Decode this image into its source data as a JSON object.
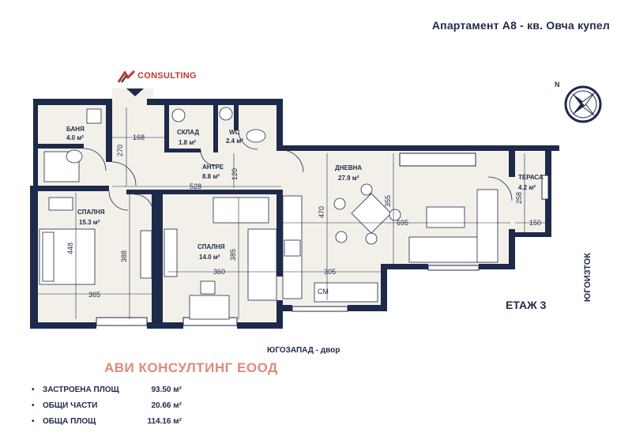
{
  "header": {
    "title": "Апартамент А8 - кв. Овча купел"
  },
  "brand": {
    "logo_text": "CONSULTING",
    "company": "АВИ КОНСУЛТИНГ ЕООД",
    "accent": "#c0392b"
  },
  "plan": {
    "wall_color": "#1e2a4a",
    "floor_color": "#f3f0ea",
    "rooms": [
      {
        "name": "БАНЯ",
        "area": "4.0 м²"
      },
      {
        "name": "СКЛАД",
        "area": "1.8 м²"
      },
      {
        "name": "WC",
        "area": "2.4 м²"
      },
      {
        "name": "АНТРЕ",
        "area": "8.8 м²"
      },
      {
        "name": "ДНЕВНА",
        "area": "27.9 м²"
      },
      {
        "name": "ТЕРАСА",
        "area": "4.2 м²"
      },
      {
        "name": "СПАЛНЯ",
        "area": "15.3 м²"
      },
      {
        "name": "СПАЛНЯ",
        "area": "14.0 м²"
      }
    ],
    "dimensions": [
      "168",
      "270",
      "120",
      "528",
      "470",
      "355",
      "695",
      "258",
      "150",
      "448",
      "388",
      "385",
      "360",
      "365",
      "305"
    ],
    "floor_label": "ЕТАЖ 3",
    "orientation_east": "ЮГОИЗТОК",
    "orientation_south": "ЮГОЗАПАД - двор",
    "fixture_cm": "СМ"
  },
  "stats": [
    {
      "label": "ЗАСТРОЕНА ПЛОЩ",
      "value": "93.50 м²"
    },
    {
      "label": "ОБЩИ ЧАСТИ",
      "value": "20.66 м²"
    },
    {
      "label": "ОБЩА ПЛОЩ",
      "value": "114.16 м²"
    }
  ]
}
